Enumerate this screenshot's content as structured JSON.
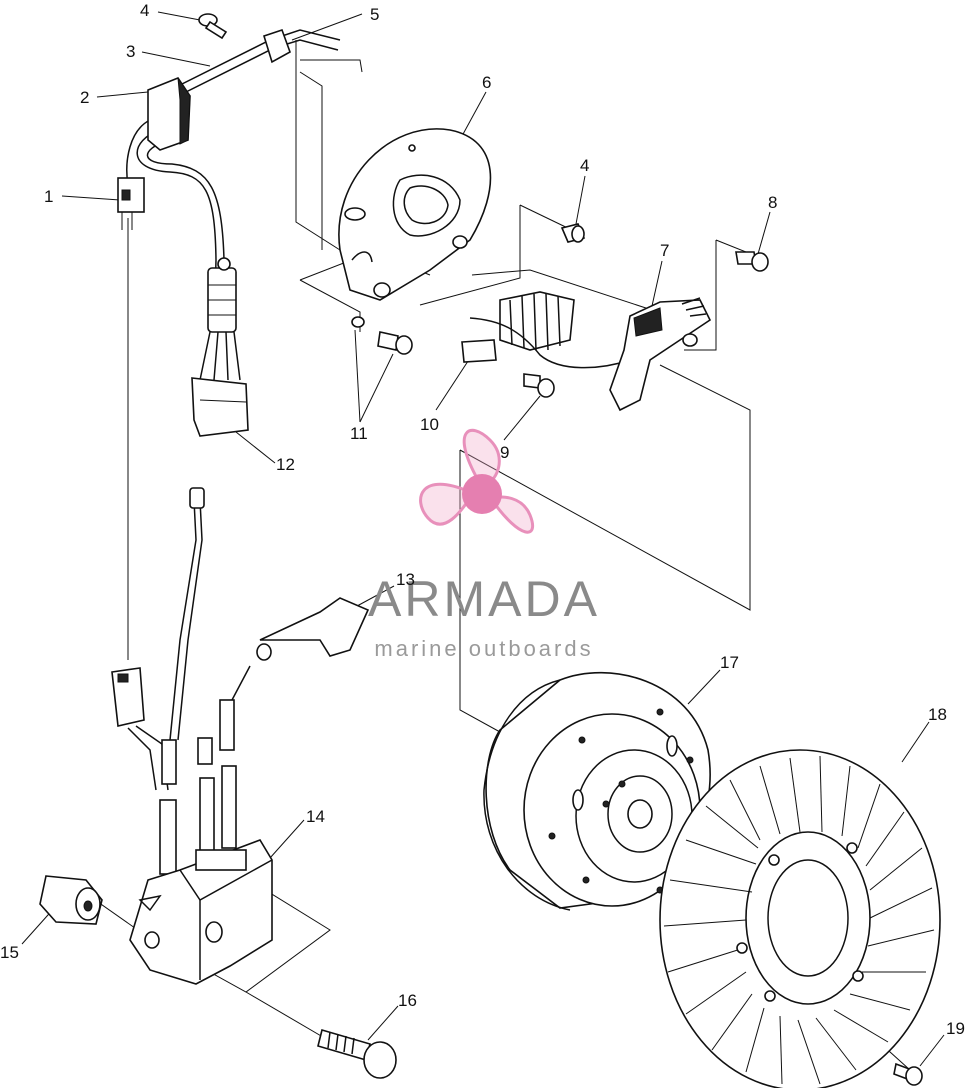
{
  "diagram": {
    "callouts": [
      {
        "id": "1",
        "text": "1"
      },
      {
        "id": "2",
        "text": "2"
      },
      {
        "id": "3",
        "text": "3"
      },
      {
        "id": "4a",
        "text": "4"
      },
      {
        "id": "4b",
        "text": "4"
      },
      {
        "id": "5",
        "text": "5"
      },
      {
        "id": "6",
        "text": "6"
      },
      {
        "id": "7",
        "text": "7"
      },
      {
        "id": "8",
        "text": "8"
      },
      {
        "id": "9",
        "text": "9"
      },
      {
        "id": "10",
        "text": "10"
      },
      {
        "id": "11",
        "text": "11"
      },
      {
        "id": "12",
        "text": "12"
      },
      {
        "id": "13",
        "text": "13"
      },
      {
        "id": "14",
        "text": "14"
      },
      {
        "id": "15",
        "text": "15"
      },
      {
        "id": "16",
        "text": "16"
      },
      {
        "id": "17",
        "text": "17"
      },
      {
        "id": "18",
        "text": "18"
      },
      {
        "id": "19",
        "text": "19"
      }
    ]
  },
  "watermark": {
    "title": "ARMADA",
    "subtitle": "marine outboards",
    "logo_colors": {
      "petal": "#f0a9c8",
      "hub": "#e57fb0",
      "outline": "#e890bb"
    },
    "text_color": "#8a8a8a"
  }
}
